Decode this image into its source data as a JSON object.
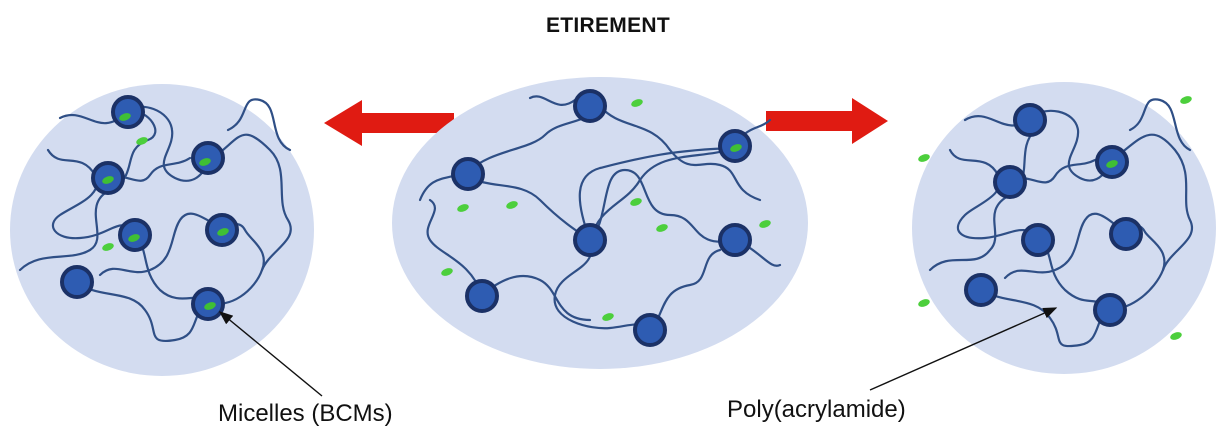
{
  "title": "ETIREMENT",
  "labels": {
    "micelles": "Micelles (BCMs)",
    "polymer": "Poly(acrylamide)"
  },
  "colors": {
    "gel": "#d3dcf0",
    "chain": "#2f4f86",
    "micelle_fill": "#2e5cb2",
    "micelle_ring": "#1b3166",
    "core": "#3fbf35",
    "particle": "#4ccf3c",
    "arrow": "#e01b12",
    "pointer": "#111111"
  },
  "icons": {
    "stretch_left": "arrow-left-icon",
    "stretch_right": "arrow-right-icon"
  }
}
